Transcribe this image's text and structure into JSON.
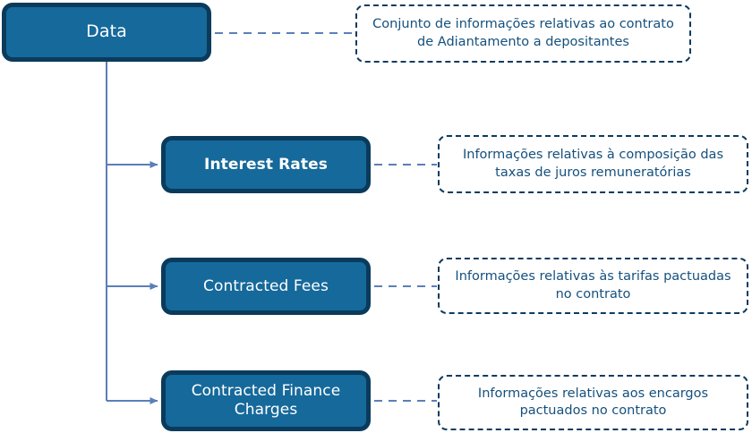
{
  "diagram": {
    "title": "Data",
    "type": "tree-with-annotations",
    "colors": {
      "node_fill": "#16699b",
      "node_border": "#0a3b5c",
      "node_text": "#ffffff",
      "note_border": "#0d3b5e",
      "note_text": "#15507d",
      "connector_line": "#5b7fb8",
      "annotation_line": "#5b7fb8",
      "background": "#ffffff"
    },
    "root": {
      "label": "Data",
      "note": "Conjunto de informações relativas ao contrato de Adiantamento a depositantes"
    },
    "children": [
      {
        "label": "Interest Rates",
        "note": "Informações relativas à composição das taxas de juros remuneratórias"
      },
      {
        "label": "Contracted Fees",
        "note": "Informações relativas às tarifas pactuadas no contrato"
      },
      {
        "label": "Contracted Finance Charges",
        "note": "Informações relativas aos encargos pactuados no contrato"
      }
    ]
  }
}
